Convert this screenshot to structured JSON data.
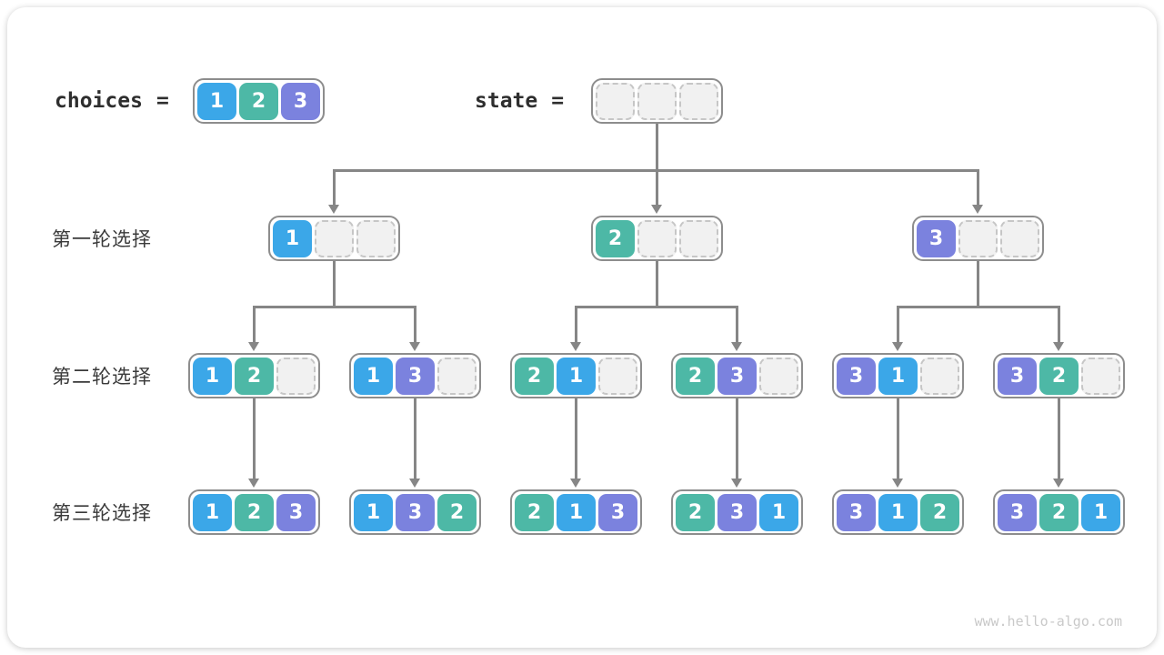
{
  "header": {
    "choices_label": "choices",
    "equals": "=",
    "state_label": "state",
    "choices": [
      "1",
      "2",
      "3"
    ],
    "state": [
      "",
      "",
      ""
    ]
  },
  "rows": [
    {
      "label": "第一轮选择",
      "nodes": [
        [
          "1",
          "",
          ""
        ],
        [
          "2",
          "",
          ""
        ],
        [
          "3",
          "",
          ""
        ]
      ]
    },
    {
      "label": "第二轮选择",
      "nodes": [
        [
          "1",
          "2",
          ""
        ],
        [
          "1",
          "3",
          ""
        ],
        [
          "2",
          "1",
          ""
        ],
        [
          "2",
          "3",
          ""
        ],
        [
          "3",
          "1",
          ""
        ],
        [
          "3",
          "2",
          ""
        ]
      ]
    },
    {
      "label": "第三轮选择",
      "nodes": [
        [
          "1",
          "2",
          "3"
        ],
        [
          "1",
          "3",
          "2"
        ],
        [
          "2",
          "1",
          "3"
        ],
        [
          "2",
          "3",
          "1"
        ],
        [
          "3",
          "1",
          "2"
        ],
        [
          "3",
          "2",
          "1"
        ]
      ]
    }
  ],
  "colors": {
    "1": "#3ba7e8",
    "2": "#4db8a6",
    "3": "#7b82de",
    "line": "#868686",
    "empty_fill": "#f1f1f1",
    "empty_border": "#c6c6c6",
    "node_border": "#8d8d8d"
  },
  "watermark": "www.hello-algo.com"
}
